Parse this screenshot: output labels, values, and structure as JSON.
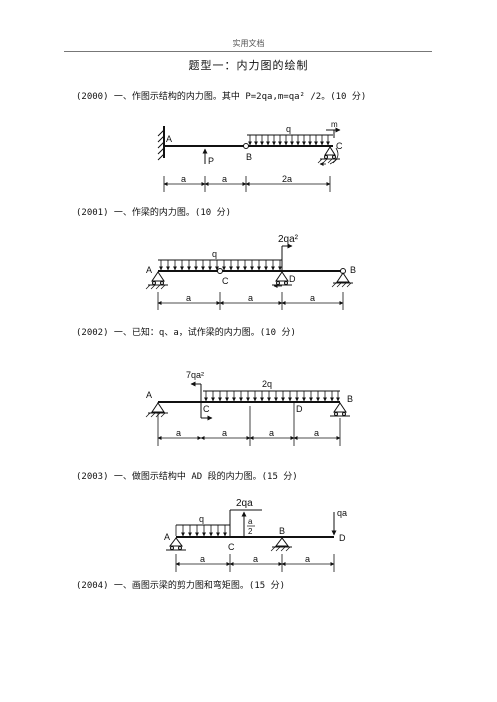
{
  "header": "实用文档",
  "title": "题型一：内力图的绘制",
  "questions": [
    {
      "text": "(2000) 一、作图示结构的内力图。其中 P=2qa,m=qa² /2。(10 分)",
      "labels": {
        "A": "A",
        "B": "B",
        "C": "C",
        "P": "P",
        "q": "q",
        "m": "m"
      },
      "dims": [
        "a",
        "a",
        "2a"
      ]
    },
    {
      "text": "(2001) 一、作梁的内力图。(10 分)",
      "labels": {
        "A": "A",
        "B": "B",
        "C": "C",
        "D": "D",
        "q": "q",
        "M": "2qa²"
      },
      "dims": [
        "a",
        "a",
        "a"
      ]
    },
    {
      "text": "(2002) 一、已知：q、a，试作梁的内力图。(10 分)",
      "labels": {
        "A": "A",
        "B": "B",
        "C": "C",
        "D": "D",
        "q": "2q",
        "M": "7qa²"
      },
      "dims": [
        "a",
        "a",
        "a",
        "a"
      ]
    },
    {
      "text": "(2003) 一、做图示结构中 AD 段的内力图。(15 分)",
      "labels": {
        "A": "A",
        "B": "B",
        "C": "C",
        "D": "D",
        "q": "q",
        "F1": "2qa",
        "Fa": "a",
        "Fb": "2",
        "F2": "qa"
      },
      "dims": [
        "a",
        "a",
        "a"
      ]
    },
    {
      "text": "(2004) 一、画图示梁的剪力图和弯矩图。(15 分)"
    }
  ]
}
